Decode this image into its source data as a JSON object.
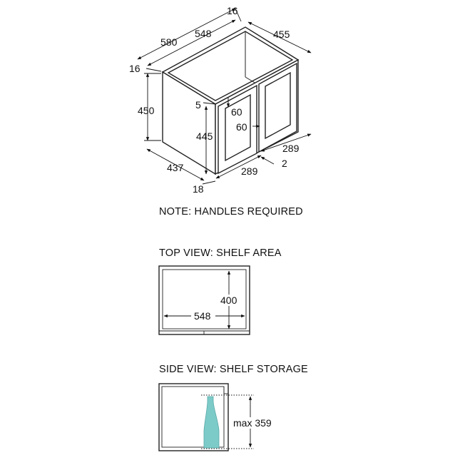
{
  "notes": {
    "handles": "NOTE: HANDLES REQUIRED"
  },
  "iso_view": {
    "dimensions": {
      "top_panel": "16",
      "inner_width": "548",
      "outer_width": "580",
      "depth": "455",
      "side_panel": "16",
      "height": "450",
      "door_gap": "5",
      "frame_top": "60",
      "frame_side": "60",
      "door_height": "445",
      "bottom_depth": "437",
      "door_width_left": "289",
      "door_width_right": "289",
      "gap_between_doors": "2",
      "door_thickness": "18"
    }
  },
  "top_view": {
    "heading": "TOP VIEW: SHELF AREA",
    "width": "548",
    "depth": "400"
  },
  "side_view": {
    "heading": "SIDE VIEW: SHELF STORAGE",
    "max_height": "max 359",
    "bottle_color": "#7ccbc9"
  },
  "colors": {
    "line": "#222222",
    "panel_fill": "#ffffff"
  }
}
